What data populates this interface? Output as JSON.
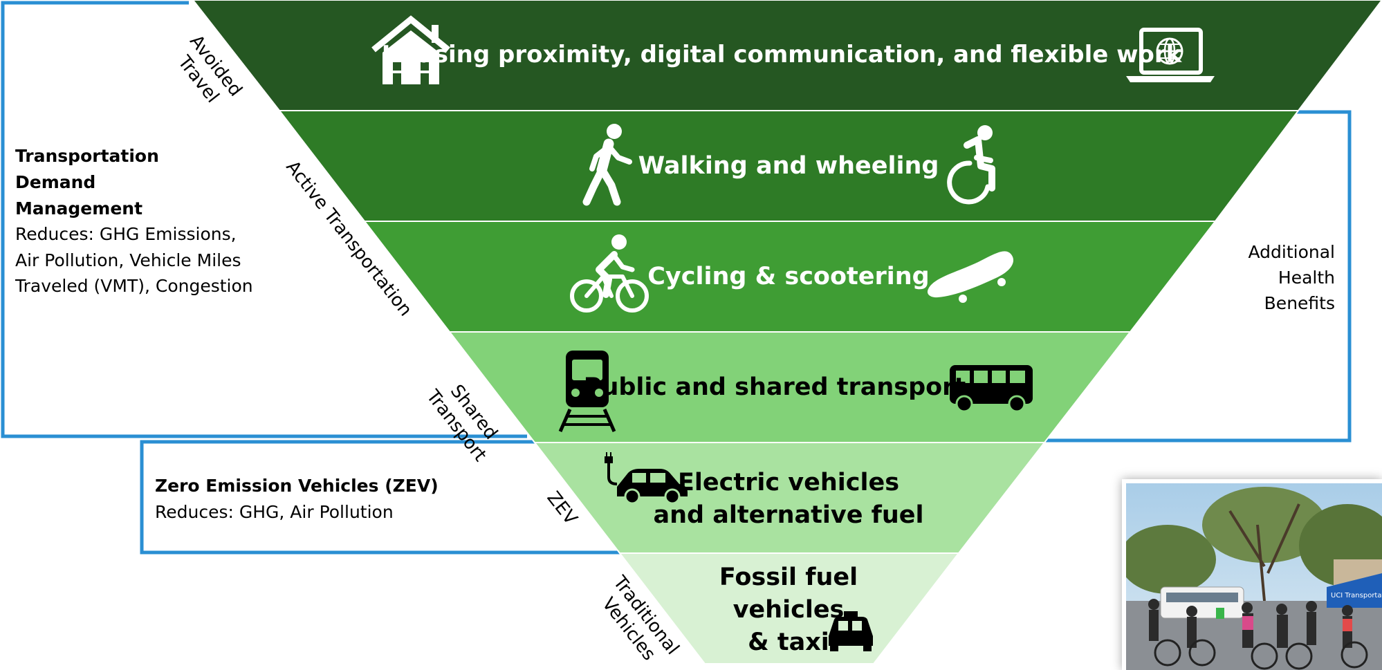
{
  "tiers": [
    {
      "label_lines": [
        "Housing proximity, digital communication, and flexible work"
      ],
      "category": [
        "Avoided",
        "Travel"
      ],
      "color": "#255722",
      "text_color": "#ffffff"
    },
    {
      "label_lines": [
        "Walking and wheeling"
      ],
      "category": [
        "Active Transportation"
      ],
      "color": "#2e7b26",
      "text_color": "#ffffff"
    },
    {
      "label_lines": [
        "Cycling & scootering"
      ],
      "category": [],
      "color": "#3f9d34",
      "text_color": "#ffffff"
    },
    {
      "label_lines": [
        "Public and shared transport"
      ],
      "category": [
        "Shared",
        "Transport"
      ],
      "color": "#82d278",
      "text_color": "#000000"
    },
    {
      "label_lines": [
        "Electric vehicles",
        "and alternative fuel"
      ],
      "category": [
        "ZEV"
      ],
      "color": "#a9e2a0",
      "text_color": "#000000"
    },
    {
      "label_lines": [
        "Fossil fuel",
        "vehicles",
        "& taxi"
      ],
      "category": [
        "Traditional",
        "Vehicles"
      ],
      "color": "#d8f1d3",
      "text_color": "#000000"
    }
  ],
  "tdm": {
    "title_lines": [
      "Transportation",
      "Demand",
      "Management"
    ],
    "body_lines": [
      "Reduces: GHG Emissions,",
      "Air Pollution, Vehicle Miles",
      "Traveled (VMT), Congestion"
    ]
  },
  "zev": {
    "title": "Zero Emission Vehicles (ZEV)",
    "body": "Reduces: GHG, Air Pollution"
  },
  "health": {
    "lines": [
      "Additional",
      "Health",
      "Benefits"
    ]
  },
  "photo": {
    "tent_label": "UCI Transportation"
  },
  "icons": [
    "house-icon",
    "laptop-globe-icon",
    "pedestrian-icon",
    "wheelchair-icon",
    "bicycle-icon",
    "skateboard-icon",
    "train-icon",
    "bus-icon",
    "electric-car-icon",
    "taxi-icon"
  ],
  "colors": {
    "frame_blue": "#2a8fd3"
  }
}
